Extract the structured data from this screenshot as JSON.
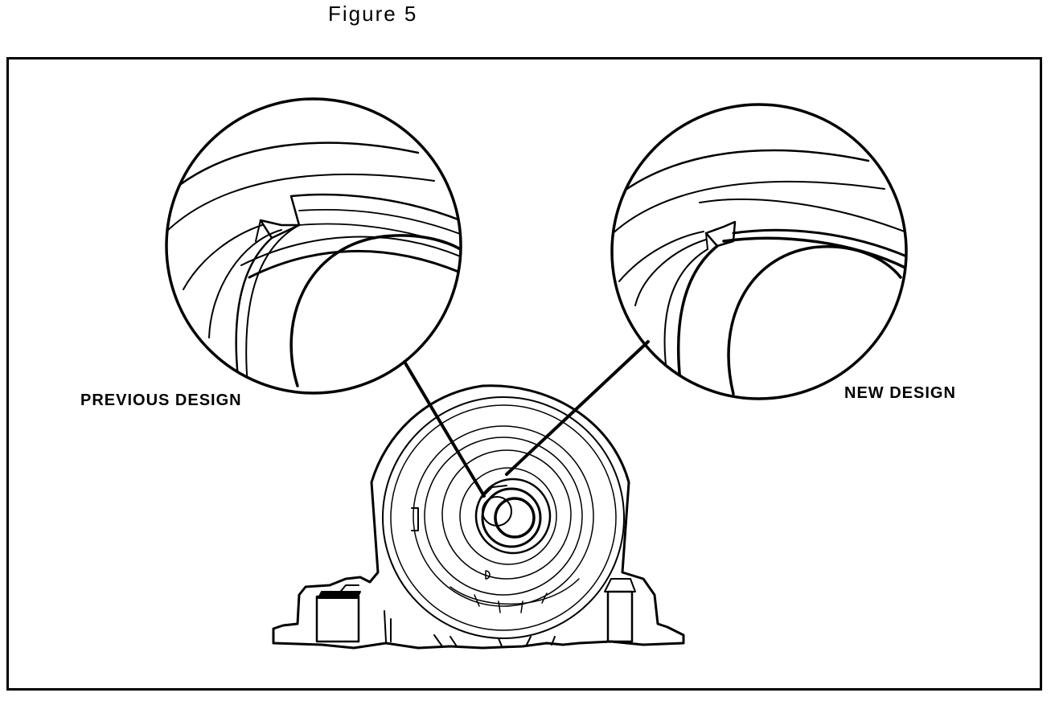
{
  "figure": {
    "title": "Figure 5"
  },
  "labels": {
    "previous": "PREVIOUS DESIGN",
    "new": "NEW DESIGN"
  },
  "colors": {
    "ink": "#000000",
    "paper": "#ffffff"
  }
}
